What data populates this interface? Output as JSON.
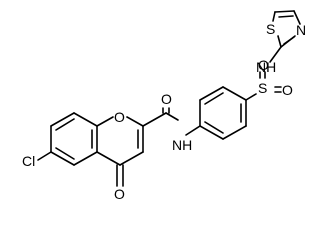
{
  "molecule": {
    "atom_labels": {
      "cl": "Cl",
      "ring_o": "O",
      "keto_o": "O",
      "amide_o": "O",
      "amide_nh": "NH",
      "s_sulfonyl": "S",
      "so_o_top": "O",
      "so_o_bottom": "O",
      "sulfonamide_nh": "NH",
      "thiazole_s": "S",
      "thiazole_n": "N"
    }
  },
  "colors": {
    "bond": "#000000",
    "label": "#000000",
    "background": "#ffffff"
  }
}
